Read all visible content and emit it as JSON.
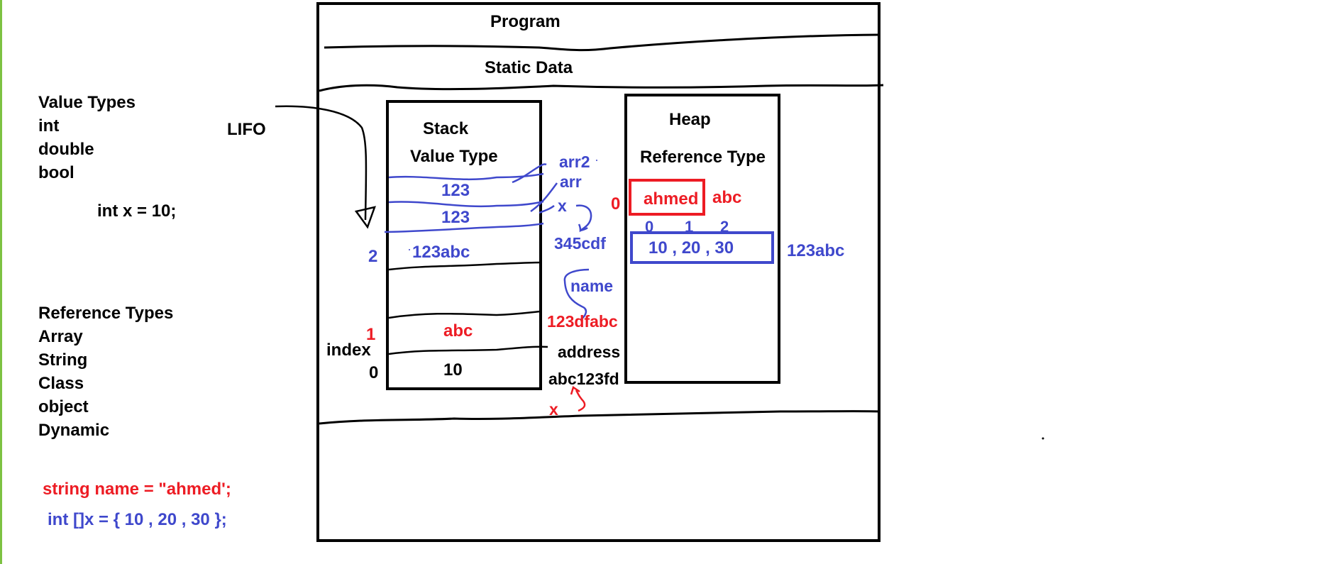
{
  "colors": {
    "ink": "#000000",
    "blue_ink": "#3f48cc",
    "red_ink": "#ed1c24",
    "left_border": "#7dc242"
  },
  "left": {
    "value_types": {
      "heading": "Value Types",
      "items": [
        "int",
        "double",
        "bool"
      ],
      "example": "int x = 10;"
    },
    "lifo": "LIFO",
    "reference_types": {
      "heading": "Reference Types",
      "items": [
        "Array",
        "String",
        "Class",
        "object",
        "Dynamic"
      ]
    },
    "code": {
      "string_decl": "string name = \"ahmed';",
      "array_decl": "int []x = { 10 , 20 , 30  };"
    }
  },
  "memory": {
    "program": "Program",
    "static_data": "Static Data",
    "stack": {
      "title": "Stack",
      "subtitle": "Value Type",
      "cells": [
        "123",
        "123",
        "123abc",
        "abc",
        "10"
      ],
      "index_label": "index",
      "index_numbers": [
        "2",
        "1",
        "0"
      ]
    },
    "heap": {
      "title": "Heap",
      "subtitle": "Reference Type",
      "string_value": "ahmed",
      "string_address": "abc",
      "string_index": "0",
      "array_indices": [
        "0",
        "1",
        "2"
      ],
      "array_values": "10  , 20 , 30",
      "array_address": "123abc"
    },
    "middle": {
      "arr2": "arr2",
      "arr": "arr",
      "x_blue": "x",
      "address_blue": "345cdf",
      "name": "name",
      "address_red": "123dfabc",
      "address_label": "address",
      "address_black": "abc123fd",
      "x_red": "x"
    }
  }
}
